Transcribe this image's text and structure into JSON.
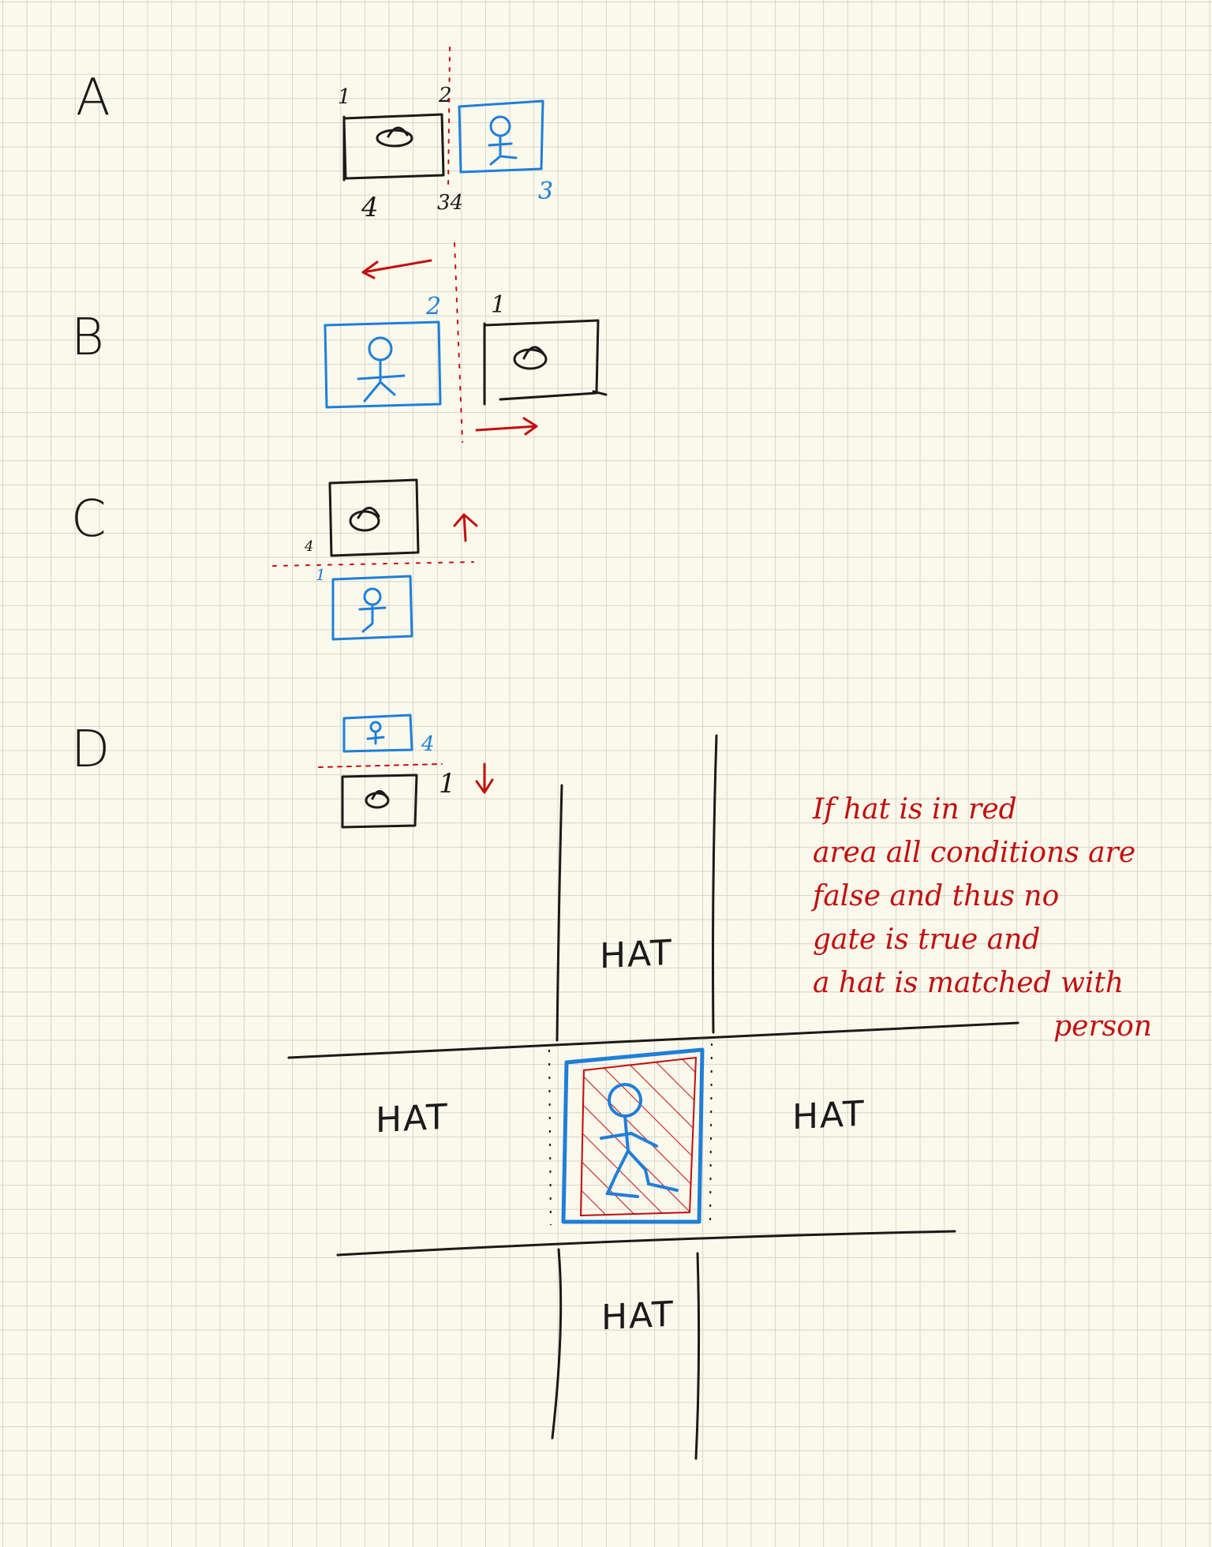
{
  "panels": {
    "a": {
      "letter": "A",
      "labels": {
        "tl": "1",
        "tr": "2",
        "bl": "4",
        "bm": "34",
        "br": "3"
      }
    },
    "b": {
      "letter": "B",
      "labels": {
        "blue": "2",
        "black": "1"
      }
    },
    "c": {
      "letter": "C",
      "labels": {
        "black": "4",
        "blue": "1"
      }
    },
    "d": {
      "letter": "D",
      "labels": {
        "blue": "4",
        "black": "1"
      }
    }
  },
  "grid_labels": {
    "top": "HAT",
    "left": "HAT",
    "right": "HAT",
    "bottom": "HAT"
  },
  "note": {
    "lines": [
      "If hat is in red",
      "area all conditions are",
      "false and thus no",
      "gate is true and",
      "a hat is matched with",
      "person"
    ]
  },
  "colors": {
    "paper": "#fbf8ec",
    "grid": "#d6d6ca",
    "black_ink": "#1a1a1a",
    "blue_ink": "#1f7fd8",
    "red_ink": "#c10f0f"
  }
}
